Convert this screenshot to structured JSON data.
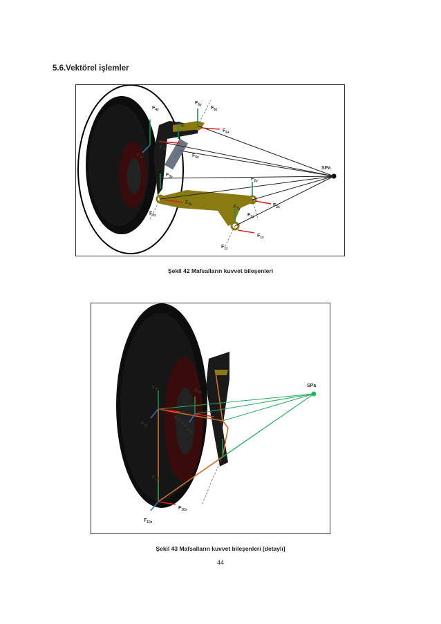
{
  "section_heading": "5.6.Vektörel işlemler",
  "figure1": {
    "caption": "Şekil 42 Mafsalların kuvvet bileşenleri",
    "point_label": "SPa",
    "labels": {
      "f4y": "F",
      "f4y_sub": "4y",
      "f4z": "F",
      "f4z_sub": "4z",
      "f5y": "F",
      "f5y_sub": "5y",
      "f4x": "F",
      "f4x_sub": "4x",
      "f5x": "F",
      "f5x_sub": "5x",
      "f6y": "F",
      "f6y_sub": "6y",
      "f6z": "F",
      "f6z_sub": "6z",
      "f6x": "F",
      "f6x_sub": "6x",
      "f3y": "F",
      "f3y_sub": "3y",
      "f3x": "F",
      "f3x_sub": "3x",
      "f3z": "F",
      "f3z_sub": "3z",
      "f2y": "F",
      "f2y_sub": "2y",
      "f2x": "F",
      "f2x_sub": "2x",
      "f2z": "F",
      "f2z_sub": "2z",
      "f1y": "F",
      "f1y_sub": "1y",
      "f1x": "F",
      "f1x_sub": "1x",
      "f1z": "F",
      "f1z_sub": "1z"
    }
  },
  "figure2": {
    "caption": "Şekil 43 Mafsalların kuvvet bileşenleri [detaylı]",
    "point_label": "SPa",
    "labels": {
      "f9y": "F",
      "f9y_sub": "9y",
      "f8y": "F",
      "f8y_sub": "8y",
      "f9z": "F",
      "f9z_sub": "9z",
      "f9x": "F",
      "f9x_sub": "9x",
      "f8x": "F",
      "f8x_sub": "8x",
      "f8z": "F",
      "f8z_sub": "8z",
      "f7x": "F",
      "f7x_sub": "7x",
      "f10y": "F",
      "f10y_sub": "10y",
      "f10z": "F",
      "f10z_sub": "10z",
      "f10x": "F",
      "f10x_sub": "10x"
    }
  },
  "page_number": "44",
  "colors": {
    "tire": "#0d0d0d",
    "arm": "#8a7a12",
    "force_y": "#1e8c4e",
    "force_x": "#d62222",
    "force_z": "#3a6fb0",
    "line_black": "#222222",
    "line_green": "#2aa860",
    "spa_green": "#22bb55"
  }
}
